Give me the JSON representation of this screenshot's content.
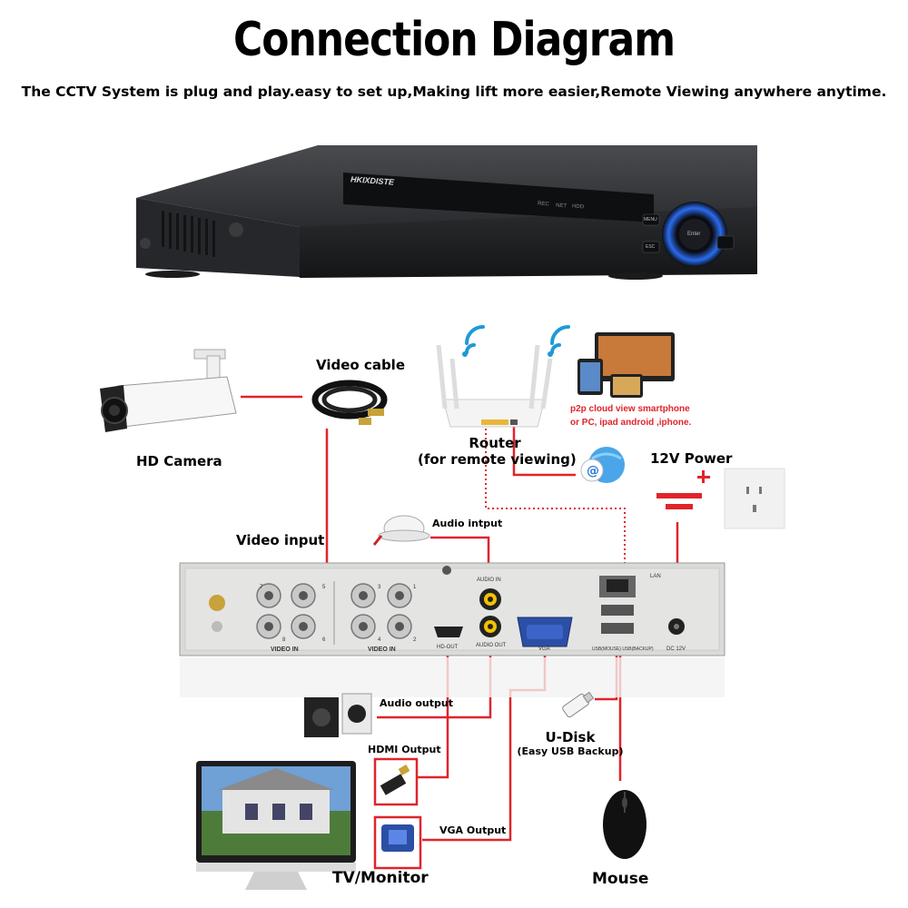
{
  "title": "Connection Diagram",
  "subtitle": "The CCTV System is plug and play.easy to set up,Making lift more easier,Remote Viewing anywhere anytime.",
  "dvr_front": {
    "brand": "HKIXDISTE",
    "leds": [
      "REC",
      "NET",
      "HDD"
    ],
    "buttons": [
      "MENU",
      "ESC"
    ],
    "center_button": "Enter"
  },
  "labels": {
    "video_cable": "Video cable",
    "hd_camera": "HD Camera",
    "router_line1": "Router",
    "router_line2": "(for remote viewing)",
    "p2p_line1": "p2p cloud  view smartphone",
    "p2p_line2": "or PC, ipad android ,iphone.",
    "power_12v": "12V Power",
    "video_input": "Video input",
    "audio_input": "Audio intput",
    "audio_output": "Audio output",
    "hdmi_output": "HDMI Output",
    "vga_output": "VGA Output",
    "udisk_line1": "U-Disk",
    "udisk_line2": "(Easy USB Backup)",
    "tv_monitor": "TV/Monitor",
    "mouse": "Mouse"
  },
  "dvr_back": {
    "video_in_left": "VIDEO IN",
    "video_in_right": "VIDEO IN",
    "ch_numbers_left": [
      "7",
      "5",
      "8",
      "6"
    ],
    "ch_numbers_right": [
      "3",
      "1",
      "4",
      "2"
    ],
    "audio_in": "AUDIO IN",
    "audio_out": "AUDIO OUT",
    "hd_out": "HD-OUT",
    "vga": "VGA",
    "lan": "LAN",
    "usb": "USB(MOUSE)  USB(BACKUP)",
    "dc": "DC 12V"
  },
  "colors": {
    "red_line": "#e0242b",
    "dvr_body": "#1d1e20",
    "dvr_back": "#d8d8d6",
    "blue_glow": "#2a6cf0"
  }
}
